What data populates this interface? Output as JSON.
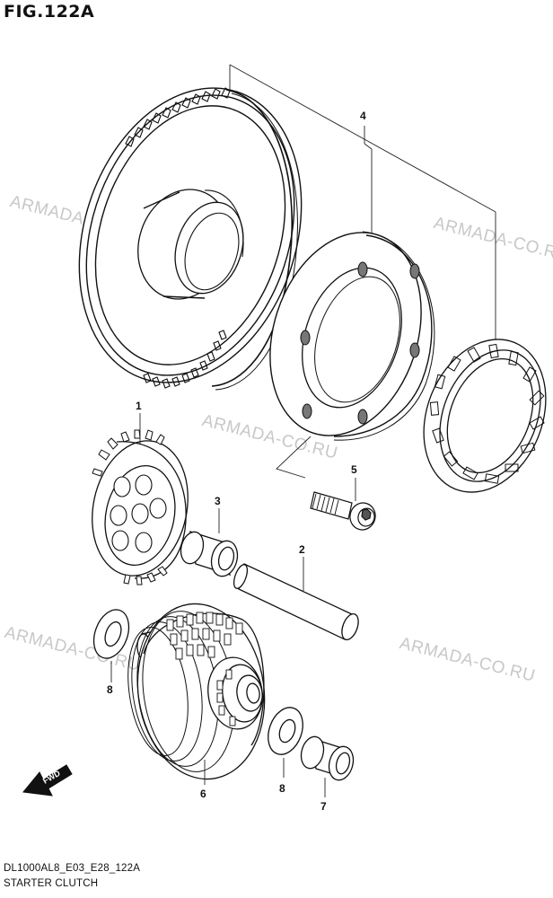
{
  "figure_title": "FIG.122A",
  "footer_code": "DL1000AL8_E03_E28_122A",
  "footer_name": "STARTER CLUTCH",
  "watermark_text": "ARMADA-CO.RU",
  "fwd_label": "FWD",
  "callouts": {
    "part_1": "1",
    "part_2": "2",
    "part_3": "3",
    "part_4": "4",
    "part_5": "5",
    "part_6": "6",
    "part_7": "7",
    "part_8a": "8",
    "part_8b": "8"
  }
}
